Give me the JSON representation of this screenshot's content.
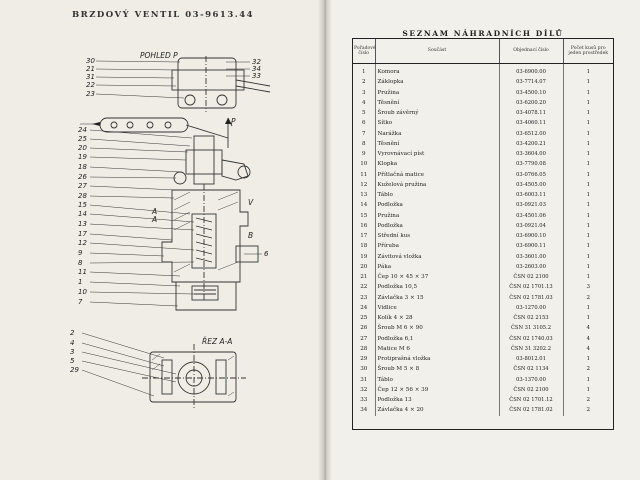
{
  "left_page": {
    "title": "BRZDOVÝ VENTIL 03-9613.44",
    "view_label": "POHLED P",
    "force_label": "P",
    "section_label": "ŘEZ A-A",
    "section_marks": [
      "A",
      "A",
      "V",
      "B"
    ],
    "callouts_top_left": [
      "30",
      "21",
      "31",
      "22",
      "23"
    ],
    "callouts_top_right": [
      "32",
      "34",
      "33"
    ],
    "callouts_left": [
      "24",
      "25",
      "20",
      "19",
      "18",
      "26",
      "27",
      "28",
      "15",
      "14",
      "13",
      "17",
      "12",
      "9",
      "8",
      "11",
      "1",
      "10",
      "7"
    ],
    "callouts_bottom_left": [
      "2",
      "4",
      "3",
      "5",
      "29"
    ],
    "callouts_right": [
      "6"
    ]
  },
  "right_page": {
    "title": "SEZNAM NÁHRADNÍCH DÍLŮ",
    "headers": [
      "Pořadové číslo",
      "Součást",
      "Objednací číslo",
      "Počet kusů pro jeden prostředek"
    ],
    "rows": [
      {
        "no": "1",
        "name": "Komora",
        "code": "03-6900.00",
        "qty": "1"
      },
      {
        "no": "2",
        "name": "Záklopka",
        "code": "03-7714.07",
        "qty": "1"
      },
      {
        "no": "3",
        "name": "Pružina",
        "code": "03-4500.10",
        "qty": "1"
      },
      {
        "no": "4",
        "name": "Těsnění",
        "code": "03-6200.20",
        "qty": "1"
      },
      {
        "no": "5",
        "name": "Šroub závěrný",
        "code": "03-4078.11",
        "qty": "1"
      },
      {
        "no": "6",
        "name": "Sítko",
        "code": "03-4060.11",
        "qty": "1"
      },
      {
        "no": "7",
        "name": "Narážka",
        "code": "03-6512.00",
        "qty": "1"
      },
      {
        "no": "8",
        "name": "Těsnění",
        "code": "03-4200.21",
        "qty": "1"
      },
      {
        "no": "9",
        "name": "Vyrovnávací píst",
        "code": "03-3604.00",
        "qty": "1"
      },
      {
        "no": "10",
        "name": "Klopka",
        "code": "03-7790.08",
        "qty": "1"
      },
      {
        "no": "11",
        "name": "Přítlačná matice",
        "code": "03-0766.05",
        "qty": "1"
      },
      {
        "no": "12",
        "name": "Kuželová pružina",
        "code": "03-4505.00",
        "qty": "1"
      },
      {
        "no": "13",
        "name": "Táblo",
        "code": "03-6003.11",
        "qty": "1"
      },
      {
        "no": "14",
        "name": "Podložka",
        "code": "03-0921.03",
        "qty": "1"
      },
      {
        "no": "15",
        "name": "Pružina",
        "code": "03-4501.06",
        "qty": "1"
      },
      {
        "no": "16",
        "name": "Podložka",
        "code": "03-0921.04",
        "qty": "1"
      },
      {
        "no": "17",
        "name": "Střední kus",
        "code": "03-6900.10",
        "qty": "1"
      },
      {
        "no": "18",
        "name": "Příruba",
        "code": "03-6900.11",
        "qty": "1"
      },
      {
        "no": "19",
        "name": "Závitová vložka",
        "code": "03-3601.00",
        "qty": "1"
      },
      {
        "no": "20",
        "name": "Páka",
        "code": "03-2603.00",
        "qty": "1"
      },
      {
        "no": "21",
        "name": "Čep 10 × 45 × 37",
        "code": "ČSN 02 2100",
        "qty": "1"
      },
      {
        "no": "22",
        "name": "Podložka 10,5",
        "code": "ČSN 02 1701.13",
        "qty": "3"
      },
      {
        "no": "23",
        "name": "Závlačka 3 × 15",
        "code": "ČSN 02 1781.03",
        "qty": "2"
      },
      {
        "no": "24",
        "name": "Vidlice",
        "code": "03-1270.00",
        "qty": "1"
      },
      {
        "no": "25",
        "name": "Kolík 4 × 28",
        "code": "ČSN 02 2153",
        "qty": "1"
      },
      {
        "no": "26",
        "name": "Šroub M 6 × 90",
        "code": "ČSN 31 3105.2",
        "qty": "4"
      },
      {
        "no": "27",
        "name": "Podložka 6,1",
        "code": "ČSN 02 1740.03",
        "qty": "4"
      },
      {
        "no": "28",
        "name": "Matice M 6",
        "code": "ČSN 31 3202.2",
        "qty": "4"
      },
      {
        "no": "29",
        "name": "Protiprašná vložka",
        "code": "03-8012.01",
        "qty": "1"
      },
      {
        "no": "30",
        "name": "Šroub M 5 × 8",
        "code": "ČSN 02 1134",
        "qty": "2"
      },
      {
        "no": "31",
        "name": "Táblo",
        "code": "03-1370.00",
        "qty": "1"
      },
      {
        "no": "32",
        "name": "Čep 12 × 56 × 39",
        "code": "ČSN 02 2100",
        "qty": "1"
      },
      {
        "no": "33",
        "name": "Podložka 13",
        "code": "ČSN 02 1701.12",
        "qty": "2"
      },
      {
        "no": "34",
        "name": "Závlačka 4 × 20",
        "code": "ČSN 02 1781.02",
        "qty": "2"
      }
    ]
  }
}
